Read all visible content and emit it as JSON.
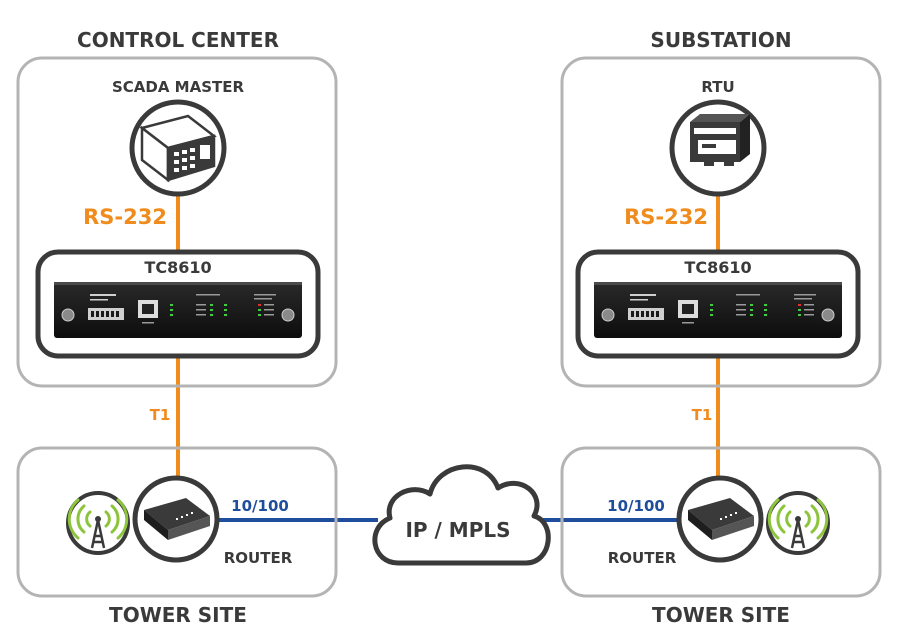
{
  "sites": {
    "left_top": {
      "title": "CONTROL CENTER",
      "device": "SCADA MASTER",
      "link": "RS-232",
      "unit": "TC8610"
    },
    "right_top": {
      "title": "SUBSTATION",
      "device": "RTU",
      "link": "RS-232",
      "unit": "TC8610"
    },
    "left_bottom": {
      "title": "TOWER SITE",
      "router": "ROUTER",
      "speed": "10/100"
    },
    "right_bottom": {
      "title": "TOWER SITE",
      "router": "ROUTER",
      "speed": "10/100"
    }
  },
  "links": {
    "left_t1": "T1",
    "right_t1": "T1"
  },
  "network": {
    "label": "IP / MPLS"
  },
  "colors": {
    "serial_link": "#f08c1e",
    "ethernet_link": "#1f4e9c",
    "box_border": "#b4b4b4",
    "dark": "#3a3a3a",
    "wireless": "#8cc43c"
  }
}
